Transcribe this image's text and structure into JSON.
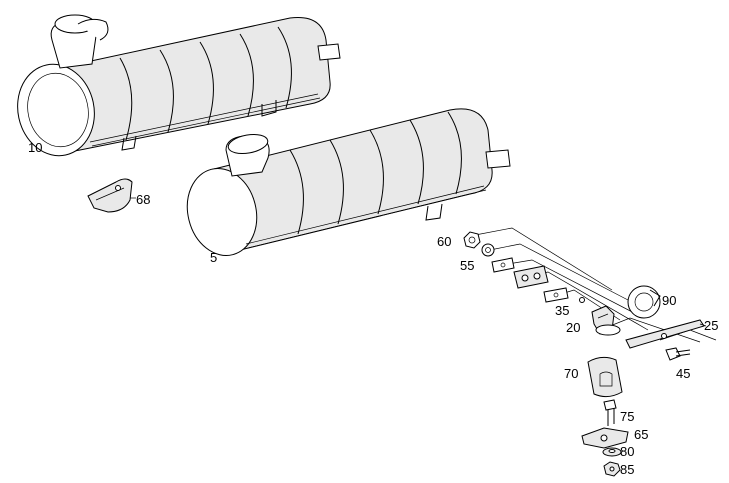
{
  "parts": [
    {
      "id": "part-10",
      "label": "10"
    },
    {
      "id": "part-68",
      "label": "68"
    },
    {
      "id": "part-5",
      "label": "5"
    },
    {
      "id": "part-60",
      "label": "60"
    },
    {
      "id": "part-55",
      "label": "55"
    },
    {
      "id": "part-35",
      "label": "35"
    },
    {
      "id": "part-20",
      "label": "20"
    },
    {
      "id": "part-90",
      "label": "90"
    },
    {
      "id": "part-25",
      "label": "25"
    },
    {
      "id": "part-45",
      "label": "45"
    },
    {
      "id": "part-70",
      "label": "70"
    },
    {
      "id": "part-75",
      "label": "75"
    },
    {
      "id": "part-65",
      "label": "65"
    },
    {
      "id": "part-80",
      "label": "80"
    },
    {
      "id": "part-85",
      "label": "85"
    }
  ]
}
